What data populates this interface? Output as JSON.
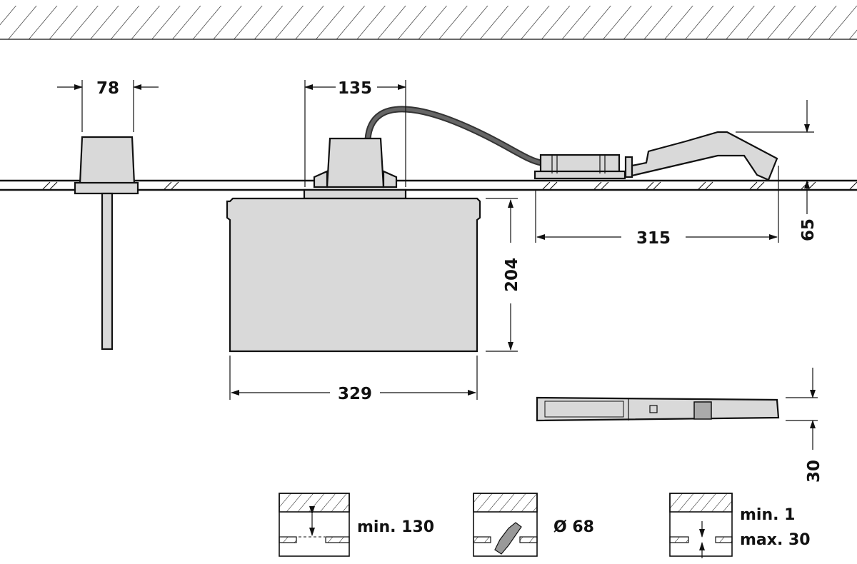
{
  "dimensions": {
    "cap_width": "78",
    "cap_offset": "135",
    "connector_length": "315",
    "connector_height": "65",
    "housing_height": "204",
    "housing_width": "329",
    "plan_height": "30"
  },
  "installation_notes": [
    {
      "label": "min. 130"
    },
    {
      "label": "Ø 68"
    },
    {
      "label": "min. 1",
      "label2": "max. 30"
    }
  ],
  "colors": {
    "part_fill": "#d9d9d9",
    "line": "#111111"
  }
}
